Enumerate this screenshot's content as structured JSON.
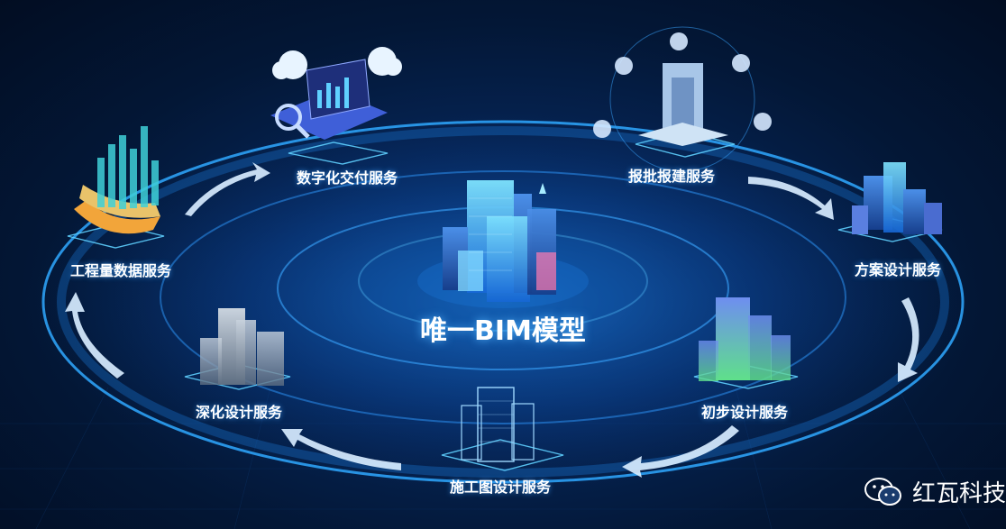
{
  "center": {
    "title": "唯一BIM模型"
  },
  "services": [
    {
      "id": "digital-delivery",
      "label": "数字化交付服务"
    },
    {
      "id": "approval",
      "label": "报批报建服务"
    },
    {
      "id": "scheme-design",
      "label": "方案设计服务"
    },
    {
      "id": "preliminary-design",
      "label": "初步设计服务"
    },
    {
      "id": "construction-drawing",
      "label": "施工图设计服务"
    },
    {
      "id": "detailed-design",
      "label": "深化设计服务"
    },
    {
      "id": "quantity-data",
      "label": "工程量数据服务"
    }
  ],
  "watermark": {
    "text": "红瓦科技",
    "icon": "wechat-icon"
  },
  "colors": {
    "accent": "#2fa8ff",
    "glow": "#5fd0ff",
    "background": "#031736"
  }
}
